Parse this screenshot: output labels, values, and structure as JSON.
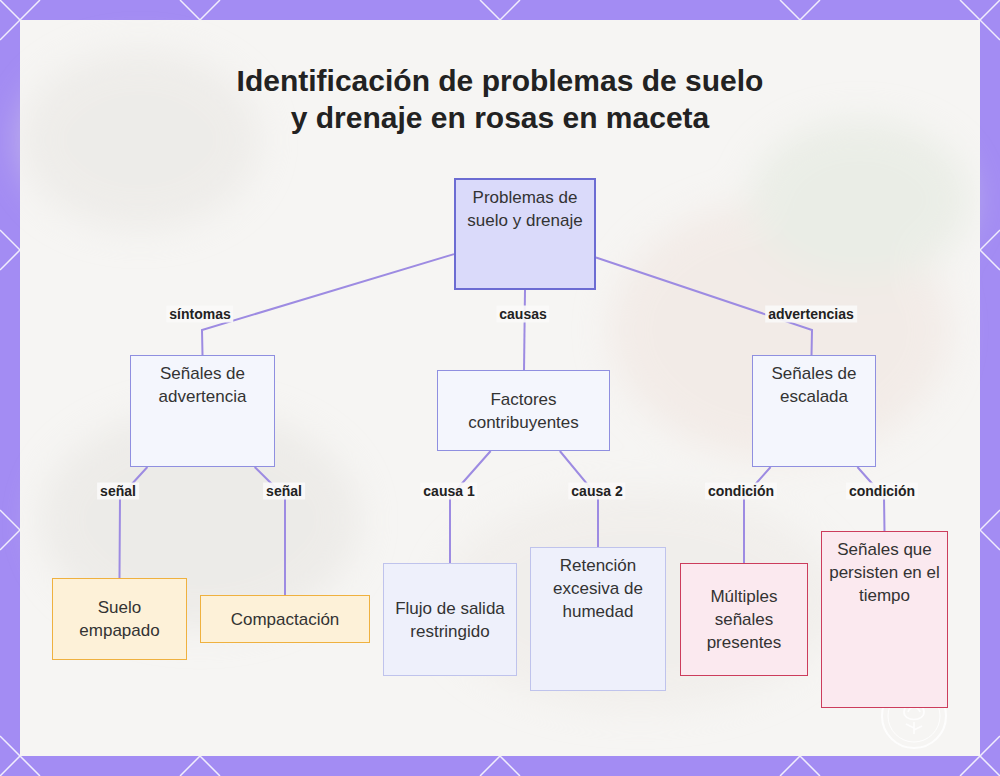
{
  "diagram": {
    "title": "Identificación de problemas de suelo y drenaje en rosas en maceta",
    "nodes": [
      {
        "text": [
          "Problemas de suelo y drenaje"
        ]
      },
      {
        "text": [
          "Señales de advertencia"
        ]
      },
      {
        "text": [
          "Factores contribuyentes"
        ]
      },
      {
        "text": [
          "Señales de escalada"
        ]
      },
      {
        "text": [
          "Suelo empapado"
        ]
      },
      {
        "text": [
          "Compactación"
        ]
      },
      {
        "text": [
          "Flujo de salida restringido"
        ]
      },
      {
        "text": [
          "Retención excesiva de humedad"
        ]
      },
      {
        "text": [
          "Múltiples señales presentes"
        ]
      },
      {
        "text": [
          "Señales que persisten en el tiempo"
        ]
      }
    ],
    "edges": [
      {
        "from": 0,
        "to": 1,
        "label": "síntomas",
        "arrow": "none"
      },
      {
        "from": 0,
        "to": 2,
        "label": "causas",
        "arrow": "none"
      },
      {
        "from": 0,
        "to": 3,
        "label": "advertencias",
        "arrow": "none"
      },
      {
        "from": 1,
        "to": 4,
        "label": "señal",
        "arrow": "none"
      },
      {
        "from": 1,
        "to": 5,
        "label": "señal",
        "arrow": "none"
      },
      {
        "from": 2,
        "to": 6,
        "label": "causa 1",
        "arrow": "none"
      },
      {
        "from": 2,
        "to": 7,
        "label": "causa 2",
        "arrow": "none"
      },
      {
        "from": 3,
        "to": 8,
        "label": "condición",
        "arrow": "none"
      },
      {
        "from": 3,
        "to": 9,
        "label": "condición",
        "arrow": "none"
      }
    ]
  }
}
